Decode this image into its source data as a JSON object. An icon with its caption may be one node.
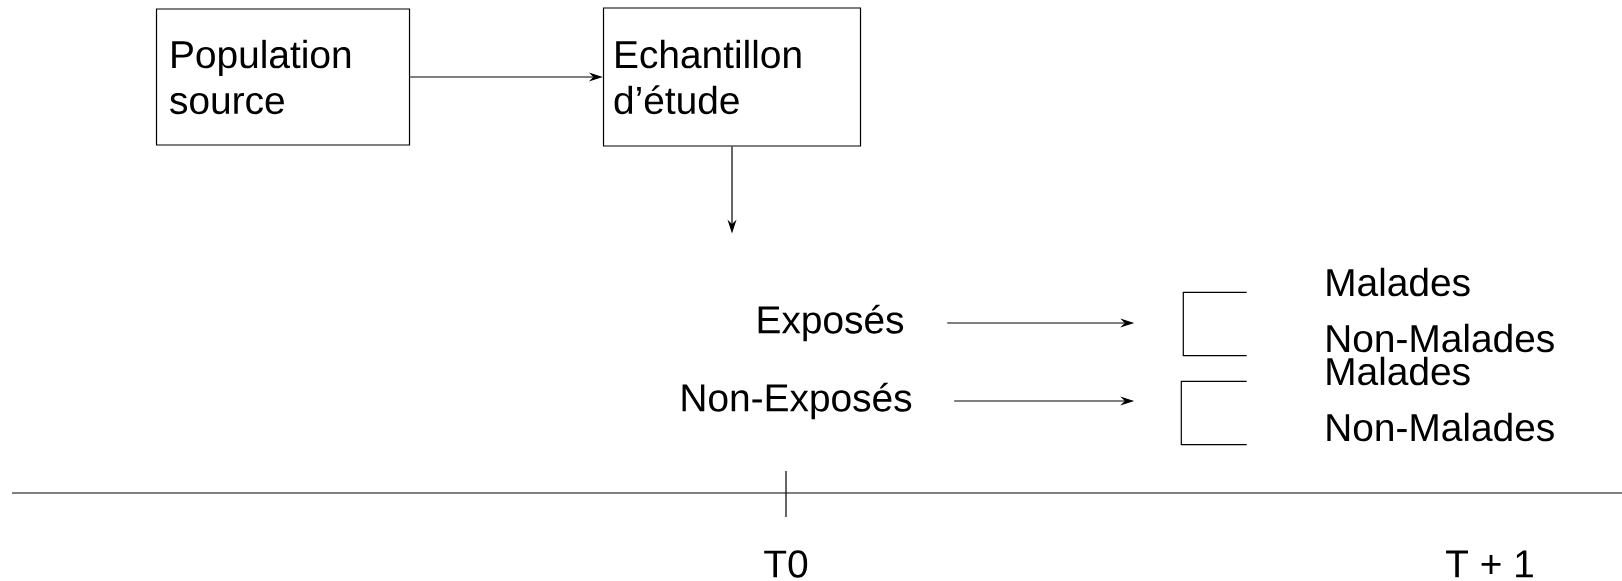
{
  "diagram": {
    "nodes": [
      {
        "text": [
          "Population source"
        ]
      },
      {
        "text": [
          "Echantillon d’étude"
        ]
      },
      {
        "text": [
          "Exposés"
        ]
      },
      {
        "text": [
          "Non-Exposés"
        ]
      },
      {
        "text": [],
        "shape": "bracket",
        "beside": [
          "Malades",
          "Non-Malades"
        ]
      },
      {
        "text": [],
        "shape": "bracket",
        "beside": [
          "Malades",
          "Non-Malades"
        ]
      }
    ],
    "edges": [
      {
        "from": 0,
        "to": 1,
        "arrow": "to"
      },
      {
        "from": 1,
        "to": null,
        "arrow": "to"
      },
      {
        "from": 2,
        "to": 4,
        "arrow": "to"
      },
      {
        "from": 3,
        "to": 5,
        "arrow": "to"
      }
    ],
    "labels": [
      "T0",
      "T + 1"
    ]
  }
}
